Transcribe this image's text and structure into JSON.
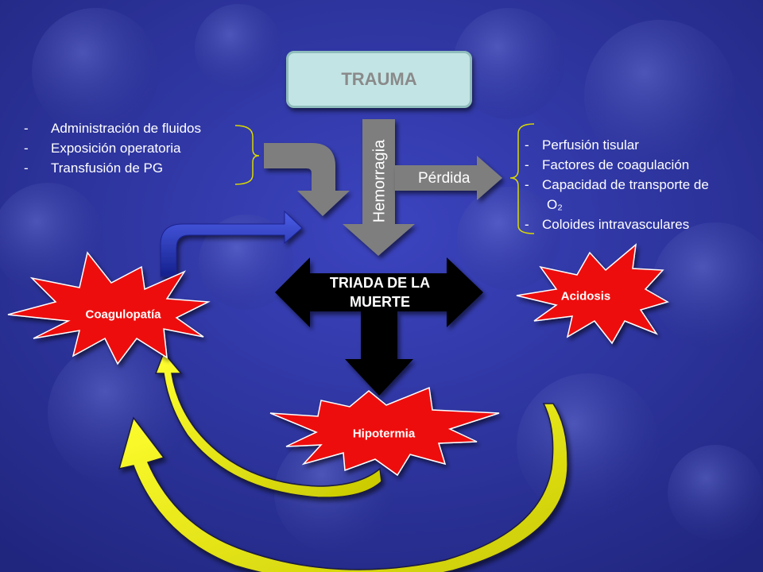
{
  "trauma": {
    "label": "TRAUMA"
  },
  "hemorragia": {
    "label": "Hemorragia"
  },
  "perdida": {
    "label": "Pérdida"
  },
  "left_list": {
    "items": [
      {
        "dash": "-",
        "text": "Administración de fluidos"
      },
      {
        "dash": "-",
        "text": "Exposición operatoria"
      },
      {
        "dash": "-",
        "text": "Transfusión de PG"
      }
    ]
  },
  "right_list": {
    "items": [
      {
        "dash": "-",
        "text": "Perfusión tisular"
      },
      {
        "dash": "-",
        "text": "Factores de coagulación"
      },
      {
        "dash": "-",
        "text": "Capacidad de transporte de"
      },
      {
        "dash": "",
        "text": "O₂"
      },
      {
        "dash": "-",
        "text": "Coloides intravasculares"
      }
    ]
  },
  "triada": {
    "line1": "TRIADA DE LA",
    "line2": "MUERTE"
  },
  "bursts": {
    "coagulopatia": "Coagulopatía",
    "acidosis": "Acidosis",
    "hipotermia": "Hipotermia"
  },
  "colors": {
    "background": "#2e35a8",
    "trauma_fill": "#c3e4e4",
    "gray_arrow": "#7e7e7e",
    "burst_red": "#ee1111",
    "yellow_arrow": "#e3e300",
    "blue_arrow": "#2030b8",
    "black_arrow": "#000000"
  }
}
